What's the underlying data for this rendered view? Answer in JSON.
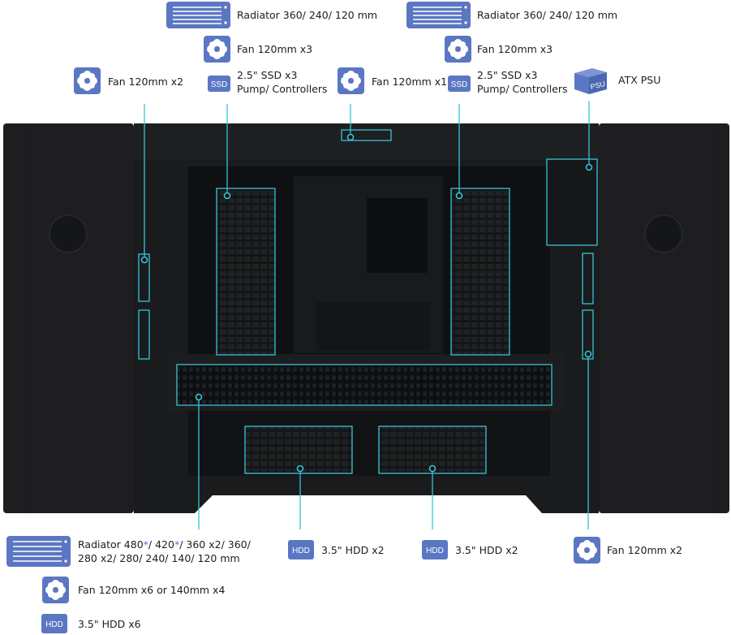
{
  "labels": {
    "radiator_top_left": "Radiator 360/ 240/ 120 mm",
    "radiator_top_right": "Radiator 360/ 240/ 120 mm",
    "fan_top_left": "Fan 120mm x3",
    "fan_top_right": "Fan 120mm x3",
    "fan_left_door": "Fan 120mm x2",
    "ssd_left_line1": "2.5\" SSD x3",
    "ssd_left_line2": "Pump/ Controllers",
    "fan_top_center": "Fan 120mm x1",
    "ssd_right_line1": "2.5\" SSD x3",
    "ssd_right_line2": "Pump/ Controllers",
    "psu": "ATX PSU",
    "radiator_bottom_line1_a": "Radiator 480",
    "radiator_bottom_line1_b": "/ 420",
    "radiator_bottom_line1_c": "/ 360 x2/ 360/",
    "radiator_bottom_star": "*",
    "radiator_bottom_line2": "280 x2/ 280/ 240/ 140/ 120 mm",
    "fan_bottom_left": "Fan 120mm x6 or 140mm x4",
    "hdd_bottom_left": "3.5\" HDD x6",
    "hdd_center_left": "3.5\" HDD x2",
    "hdd_center_right": "3.5\" HDD x2",
    "fan_right_door": "Fan 120mm x2"
  },
  "icon_text": {
    "ssd": "SSD",
    "hdd": "HDD",
    "psu": "PSU"
  },
  "colors": {
    "icon_blue": "#5b77c3",
    "callout_cyan": "#37c3d8",
    "case_dark": "#1b1c1e",
    "case_inner": "#101112",
    "star_blue": "#4a79d6"
  }
}
